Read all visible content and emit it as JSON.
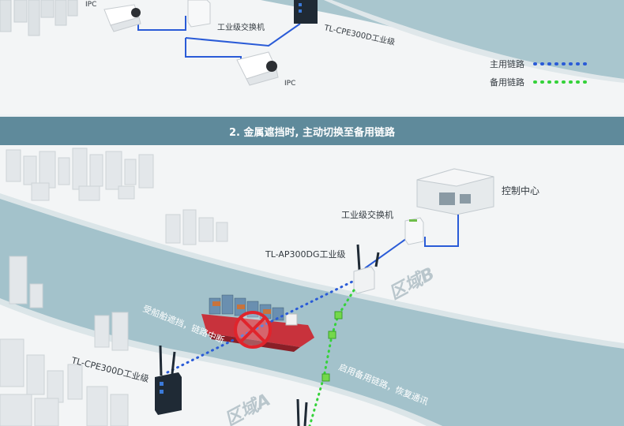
{
  "top": {
    "ipc_a": "IPC",
    "ipc_b": "IPC",
    "switch": "工业级交换机",
    "cpe": "TL-CPE300D工业级",
    "legend": {
      "primary": "主用链路",
      "backup": "备用链路",
      "primary_color": "#2a5bd7",
      "backup_color": "#35d23a"
    }
  },
  "section": {
    "title": "2. 金属遮挡时, 主动切换至备用链路"
  },
  "bottom": {
    "control_center": "控制中心",
    "switch": "工业级交换机",
    "ap": "TL-AP300DG工业级",
    "region_b": "区域B",
    "region_a": "区域A",
    "blocked": "受船舶遮挡，链路中断",
    "backup_enabled": "启用备用链路，恢复通讯",
    "cpe": "TL-CPE300D工业级"
  }
}
